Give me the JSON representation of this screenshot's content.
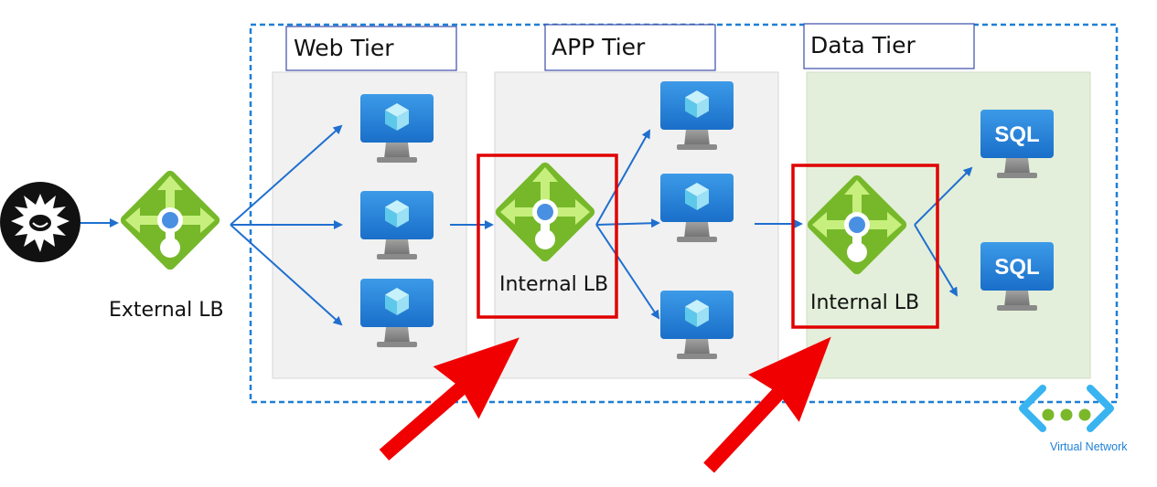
{
  "tiers": {
    "web": "Web Tier",
    "app": "APP Tier",
    "data": "Data Tier"
  },
  "labels": {
    "external_lb": "External LB",
    "app_internal_lb": "Internal LB",
    "data_internal_lb": "Internal LB",
    "sql_1": "SQL",
    "sql_2": "SQL",
    "vnet": "Virtual Network"
  },
  "colors": {
    "arrow_blue": "#1f6fcf",
    "vnet_border": "#1f7fd6",
    "tier_panel": "#f1f1f1",
    "data_panel": "#e3efda",
    "title_border": "#3b4ea8",
    "highlight_red": "#e00000",
    "lb_green": "#76b82a",
    "vm_blue": "#2b87e0"
  },
  "icons": {
    "user": "user-icon",
    "load_balancer": "load-balancer-icon",
    "vm": "virtual-machine-icon",
    "sql": "sql-vm-icon",
    "vnet": "virtual-network-icon"
  }
}
